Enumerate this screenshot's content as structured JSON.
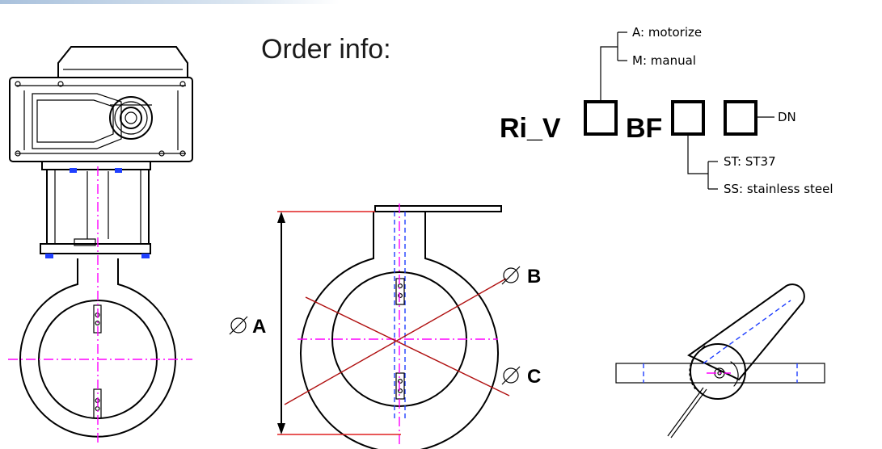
{
  "order": {
    "title": "Order info:",
    "code_prefix": "Ri_V",
    "code_mid": "BF",
    "actuation_options": [
      "A: motorize",
      "M: manual"
    ],
    "material_options": [
      "ST: ST37",
      "SS: stainless steel"
    ],
    "size_label": "DN"
  },
  "dimensions": {
    "a": "A",
    "b": "B",
    "c": "C"
  },
  "colors": {
    "centerline": "#ff00ff",
    "hidden": "#1f3fff",
    "dimension": "#e02020",
    "bolt": "#1f3fff"
  }
}
